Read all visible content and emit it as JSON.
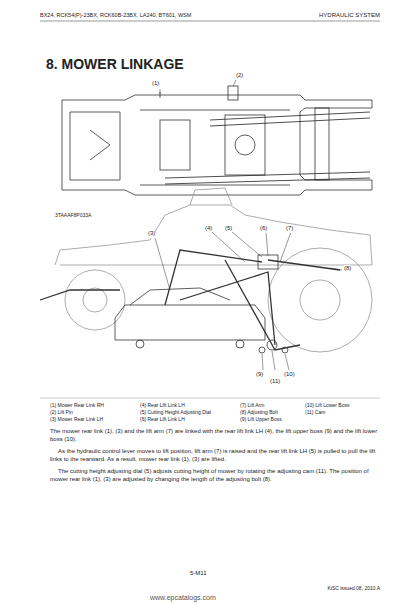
{
  "diagram": {
    "title": "8. MOWER LINKAGE",
    "labels": [
      "BX24, RCK54(P)-23BX, RCK60B-23BX, LA240, BT601, WSM",
      "HYDRAULIC SYSTEM",
      "(1)",
      "(2)",
      "(3)",
      "(4)",
      "(5)",
      "(6)",
      "(7)",
      "(8)",
      "(9)",
      "(11)",
      "(10)",
      "3TAAAF8P033A",
      "(1) Mower Rear Link RH",
      "(2) Lift Pin",
      "(3) Mower Rear Link LH",
      "(4) Rear Lift Link LH",
      "(5) Cutting Height Adjusting Dial",
      "(6) Rear Lift Link LH",
      "(7) Lift Arm",
      "(8) Adjusting Bolt",
      "(9) Lift Upper Boss",
      "(10) Lift Lower Boss",
      "(11) Cam",
      "The mower rear link (1), (3) and the lift arm (7) are linked with the rear lift link LH (4), the lift upper boss (9) and the lift lower boss (10).",
      "As the hydraulic control lever moves to lift position, lift arm (7) is raised and the rear lift link LH (5) is pulled to pull the lift links to the rearward. As a result, mower rear link (1), (3) are lifted.",
      "The cutting height adjusting dial (5) adjusts cutting height of mower by rotating the adjusting cam (11). The position of mower rear link (1), (3) are adjusted by changing the length of the adjusting bolt (8).",
      "5-M11",
      "KiSC issued 08, 2010 A",
      "www.epcatalogs.com"
    ]
  }
}
